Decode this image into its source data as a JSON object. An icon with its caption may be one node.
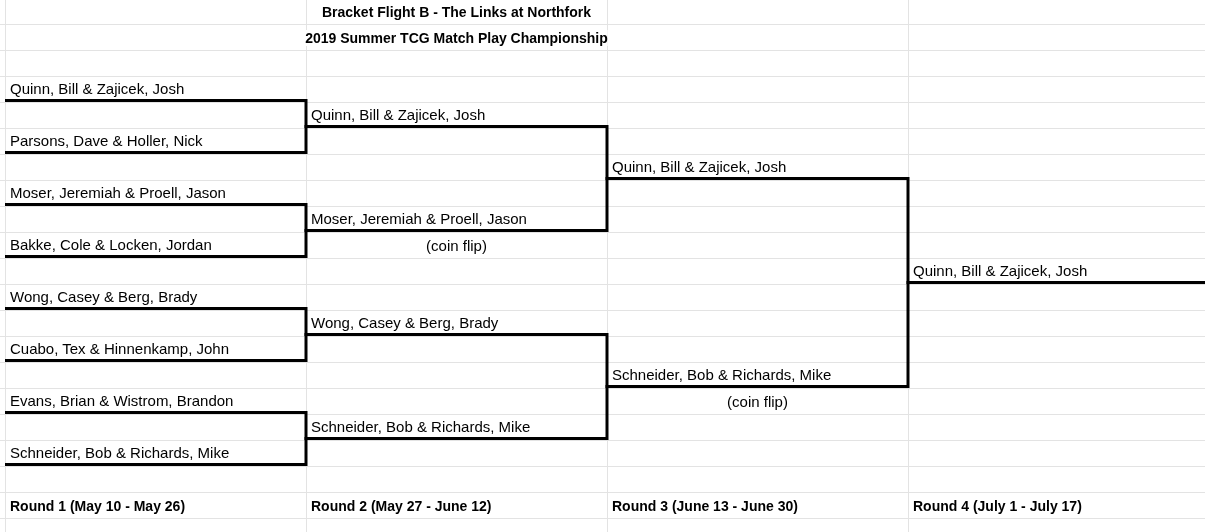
{
  "diagram": {
    "title": "Bracket Flight B - The Links at Northfork",
    "nodes": [
      {
        "text": [
          "Quinn, Bill & Zajicek, Josh"
        ]
      },
      {
        "text": [
          "Parsons, Dave & Holler, Nick"
        ]
      },
      {
        "text": [
          "Moser, Jeremiah & Proell, Jason"
        ]
      },
      {
        "text": [
          "Bakke, Cole & Locken, Jordan"
        ]
      },
      {
        "text": [
          "Wong, Casey & Berg, Brady"
        ]
      },
      {
        "text": [
          "Cuabo, Tex & Hinnenkamp, John"
        ]
      },
      {
        "text": [
          "Evans, Brian & Wistrom, Brandon"
        ]
      },
      {
        "text": [
          "Schneider, Bob & Richards, Mike"
        ]
      },
      {
        "text": [
          "Quinn, Bill & Zajicek, Josh"
        ]
      },
      {
        "text": [
          "Moser, Jeremiah & Proell, Jason"
        ],
        "beside": [
          "(coin flip)"
        ]
      },
      {
        "text": [
          "Wong, Casey & Berg, Brady"
        ]
      },
      {
        "text": [
          "Schneider, Bob & Richards, Mike"
        ]
      },
      {
        "text": [
          "Quinn, Bill & Zajicek, Josh"
        ]
      },
      {
        "text": [
          "Schneider, Bob & Richards, Mike"
        ],
        "beside": [
          "(coin flip)"
        ]
      },
      {
        "text": [
          "Quinn, Bill & Zajicek, Josh"
        ]
      }
    ],
    "edges": [
      {
        "from": 0,
        "to": 8,
        "arrow": "none"
      },
      {
        "from": 1,
        "to": 8,
        "arrow": "none"
      },
      {
        "from": 2,
        "to": 9,
        "arrow": "none"
      },
      {
        "from": 3,
        "to": 9,
        "arrow": "none"
      },
      {
        "from": 4,
        "to": 10,
        "arrow": "none"
      },
      {
        "from": 5,
        "to": 10,
        "arrow": "none"
      },
      {
        "from": 6,
        "to": 11,
        "arrow": "none"
      },
      {
        "from": 7,
        "to": 11,
        "arrow": "none"
      },
      {
        "from": 8,
        "to": 12,
        "arrow": "none"
      },
      {
        "from": 9,
        "to": 12,
        "arrow": "none"
      },
      {
        "from": 10,
        "to": 13,
        "arrow": "none"
      },
      {
        "from": 11,
        "to": 13,
        "arrow": "none"
      },
      {
        "from": 12,
        "to": 14,
        "arrow": "none"
      },
      {
        "from": 13,
        "to": 14,
        "arrow": "none"
      }
    ],
    "labels": [
      "2019 Summer TCG Match Play Championship",
      "Round 1 (May 10 - May 26)",
      "Round 2 (May 27 - June 12)",
      "Round 3 (June 13 - June 30)",
      "Round 4 (July 1 - July 17)"
    ]
  }
}
